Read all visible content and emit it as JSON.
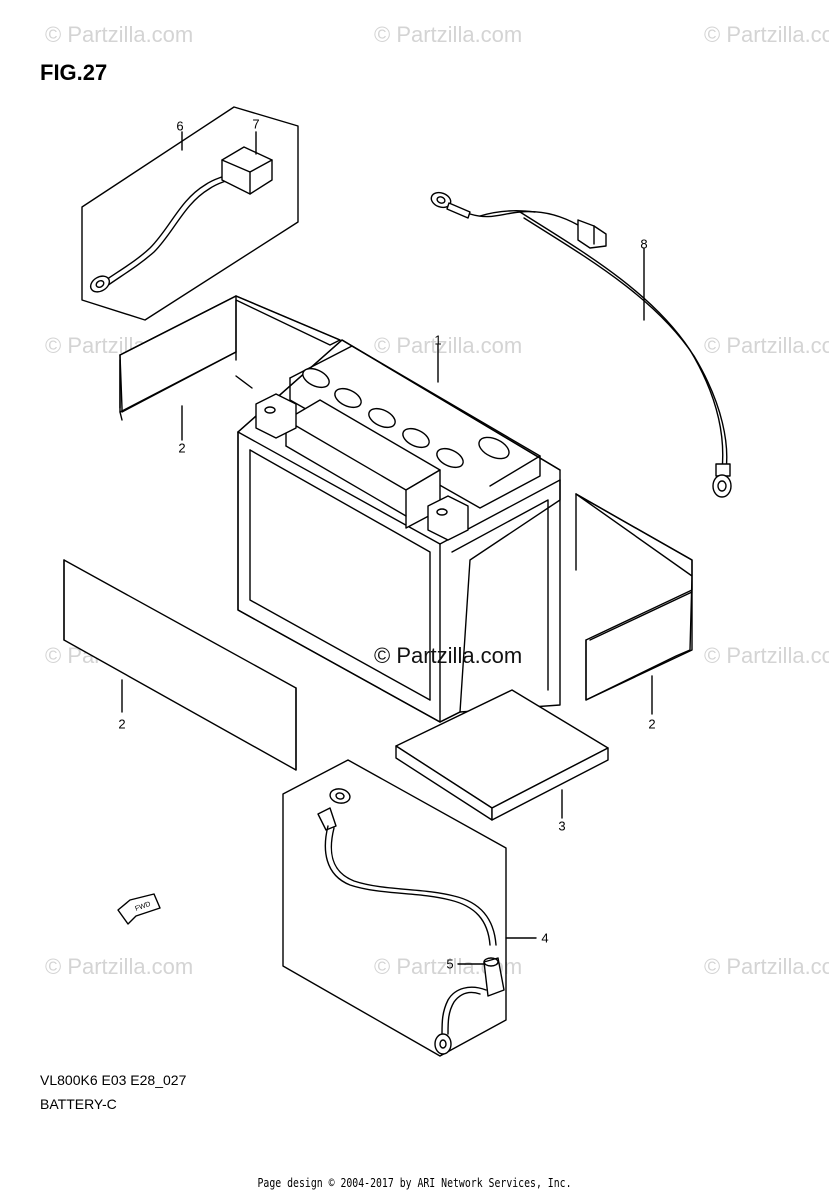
{
  "figure": {
    "title": "FIG.27",
    "code": "VL800K6 E03 E28_027",
    "name": "BATTERY-C"
  },
  "watermark": {
    "text": "© Partzilla.com",
    "center_text": "© Partzilla.com"
  },
  "callouts": [
    "1",
    "2",
    "2",
    "2",
    "2",
    "3",
    "4",
    "5",
    "6",
    "7",
    "8"
  ],
  "direction_badge": "FWD",
  "credit": "Page design © 2004-2017 by ARI Network Services, Inc."
}
